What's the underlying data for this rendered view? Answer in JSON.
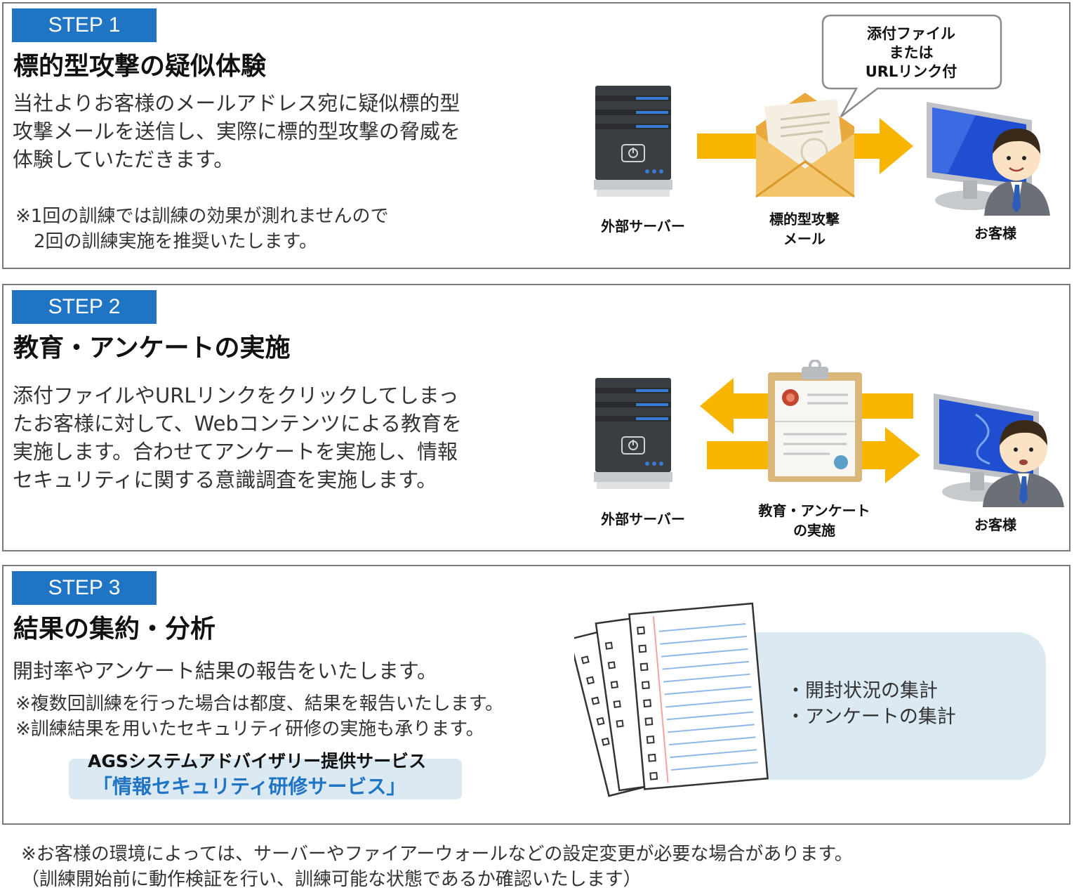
{
  "steps": [
    {
      "badge": "STEP 1",
      "title": "標的型攻撃の疑似体験",
      "body": [
        "当社よりお客様のメールアドレス宛に疑似標的型",
        "攻撃メールを送信し、実際に標的型攻撃の脅威を",
        "体験していただきます。"
      ],
      "note": [
        "※1回の訓練では訓練の効果が測れませんので",
        "　2回の訓練実施を推奨いたします。"
      ],
      "labels": {
        "server": "外部サーバー",
        "mail": [
          "標的型攻撃",
          "メール"
        ],
        "customer": "お客様"
      },
      "bubble": [
        "添付ファイル",
        "または",
        "URLリンク付"
      ]
    },
    {
      "badge": "STEP 2",
      "title": "教育・アンケートの実施",
      "body": [
        "添付ファイルやURLリンクをクリックしてしまっ",
        "たお客様に対して、Webコンテンツによる教育を",
        "実施します。合わせてアンケートを実施し、情報",
        "セキュリティに関する意識調査を実施します。"
      ],
      "labels": {
        "server": "外部サーバー",
        "survey": [
          "教育・アンケート",
          "の実施"
        ],
        "customer": "お客様"
      }
    },
    {
      "badge": "STEP 3",
      "title": "結果の集約・分析",
      "body": [
        "開封率やアンケート結果の報告をいたします。"
      ],
      "note": [
        "※複数回訓練を行った場合は都度、結果を報告いたします。",
        "※訓練結果を用いたセキュリティ研修の実施も承ります。"
      ],
      "service_provider": "AGSシステムアドバイザリー提供サービス",
      "service_name": "「情報セキュリティ研修サービス」",
      "results": [
        "・開封状況の集計",
        "・アンケートの集計"
      ]
    }
  ],
  "footer": [
    "※お客様の環境によっては、サーバーやファイアーウォールなどの設定変更が必要な場合があります。",
    "（訓練開始前に動作検証を行い、訓練可能な状態であるか確認いたします）"
  ],
  "colors": {
    "badge": "#1f74c4",
    "arrow": "#f7b500",
    "highlight": "#dbe9f2",
    "border": "#7a7a7a"
  }
}
